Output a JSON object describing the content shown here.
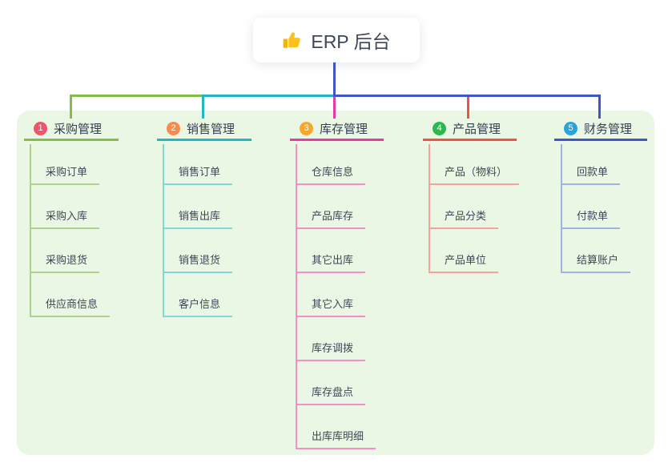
{
  "root": {
    "label": "ERP 后台",
    "icon": "thumbs-up-icon"
  },
  "panel_bg": "#EBF7E5",
  "connector_color": "#4056C4",
  "branches": [
    {
      "index": "1",
      "label": "采购管理",
      "badge_color": "#F0536B",
      "line_color": "#85BC4C",
      "child_line_color": "#ACD28E",
      "children": [
        "采购订单",
        "采购入库",
        "采购退货",
        "供应商信息"
      ]
    },
    {
      "index": "2",
      "label": "销售管理",
      "badge_color": "#FA8A4B",
      "line_color": "#23B8C1",
      "child_line_color": "#82D7DA",
      "children": [
        "销售订单",
        "销售出库",
        "销售退货",
        "客户信息"
      ]
    },
    {
      "index": "3",
      "label": "库存管理",
      "badge_color": "#F9A62B",
      "line_color": "#E53BA3",
      "child_line_color": "#F291C8",
      "children": [
        "仓库信息",
        "产品库存",
        "其它出库",
        "其它入库",
        "库存调拨",
        "库存盘点",
        "出库库明细"
      ]
    },
    {
      "index": "4",
      "label": "产品管理",
      "badge_color": "#2DB84F",
      "line_color": "#F15248",
      "child_line_color": "#F5A29C",
      "children": [
        "产品（物料）",
        "产品分类",
        "产品单位"
      ]
    },
    {
      "index": "5",
      "label": "财务管理",
      "badge_color": "#29A3DC",
      "line_color": "#4056C4",
      "child_line_color": "#9FB3E2",
      "children": [
        "回款单",
        "付款单",
        "结算账户"
      ]
    }
  ]
}
